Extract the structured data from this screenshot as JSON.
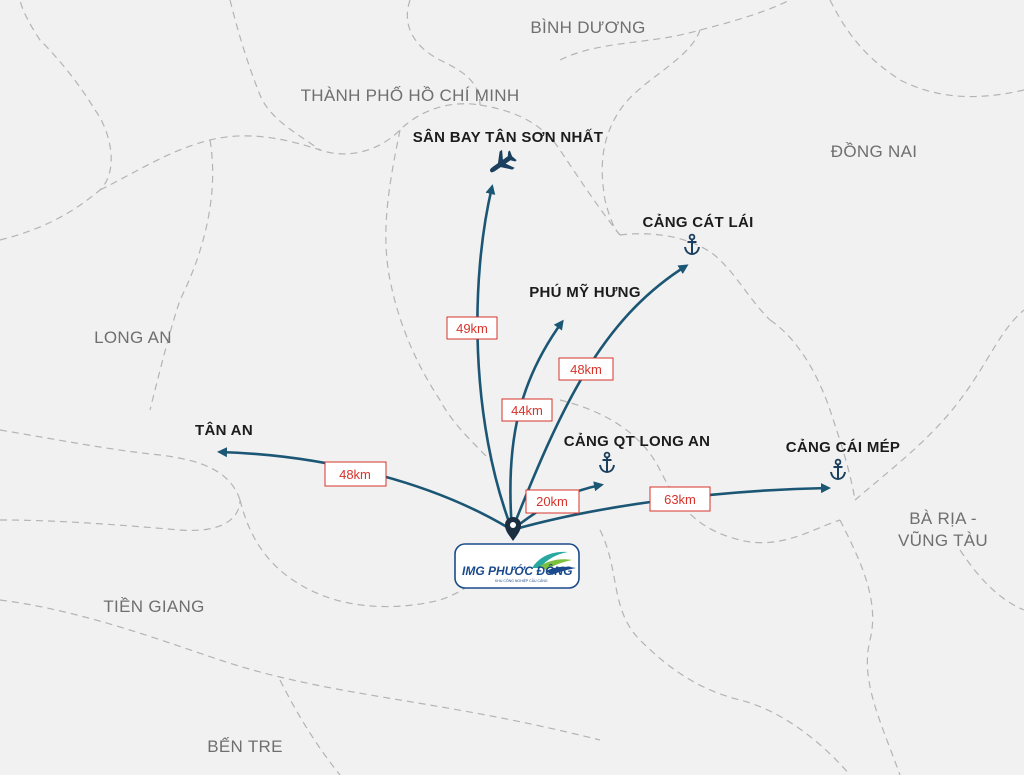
{
  "regions": {
    "binh_duong": "BÌNH DƯƠNG",
    "hcmc": "THÀNH PHỐ HỒ CHÍ MINH",
    "dong_nai": "ĐỒNG NAI",
    "long_an": "LONG AN",
    "ba_ria_line1": "BÀ RỊA -",
    "ba_ria_line2": "VŨNG TÀU",
    "tien_giang": "TIỀN GIANG",
    "ben_tre": "BẾN TRE"
  },
  "destinations": {
    "tan_son_nhat": {
      "label": "SÂN BAY TÂN SƠN NHẤT",
      "distance": "49km",
      "icon": "airplane-icon"
    },
    "cat_lai": {
      "label": "CẢNG CÁT LÁI",
      "distance": "48km",
      "icon": "anchor-icon"
    },
    "phu_my_hung": {
      "label": "PHÚ MỸ HƯNG",
      "distance": "44km"
    },
    "tan_an": {
      "label": "TÂN AN",
      "distance": "48km"
    },
    "cang_qt_long_an": {
      "label": "CẢNG QT LONG AN",
      "distance": "20km",
      "icon": "anchor-icon"
    },
    "cai_mep": {
      "label": "CẢNG CÁI MÉP",
      "distance": "63km",
      "icon": "anchor-icon"
    }
  },
  "origin": {
    "logo_title": "IMG PHƯỚC ĐÔNG",
    "logo_subtitle": "KHU CÔNG NGHIỆP CẦU CẢNG",
    "icon": "location-pin-icon"
  },
  "colors": {
    "background": "#f1f1f1",
    "route": "#1b5674",
    "distance_border": "#d7332b",
    "border_lines": "#b4b4b4",
    "region_text": "#6f6f6f"
  }
}
